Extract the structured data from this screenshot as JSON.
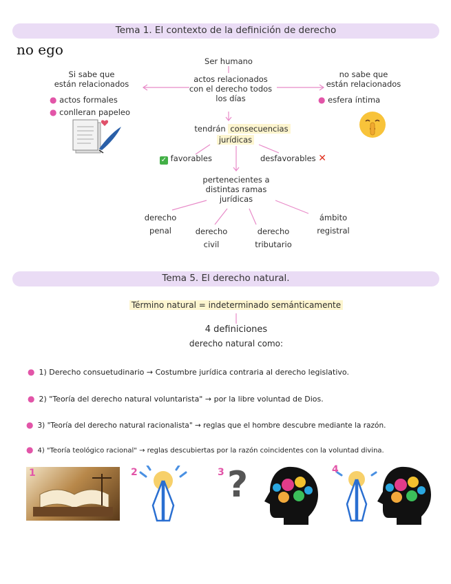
{
  "note_handwritten": "no ego",
  "tema1": {
    "title": "Tema 1. El contexto de la definición de derecho",
    "center_top": "Ser humano",
    "center_lines": [
      "actos relacionados",
      "con el derecho todos",
      "los días"
    ],
    "left_head": [
      "Si sabe que",
      "están relacionados"
    ],
    "left_bullets": [
      "actos formales",
      "conlleran papeleo"
    ],
    "right_head": [
      "no sabe que",
      "están relacionados"
    ],
    "right_bullets": [
      "esfera íntima"
    ],
    "consequences_1": "tendrán",
    "consequences_2": "consecuencias",
    "consequences_3": "jurídicas",
    "favorable": "favorables",
    "unfavorable": "desfavorables",
    "branches_lines": [
      "pertenecientes a",
      "distintas ramas",
      "jurídicas"
    ],
    "branches": [
      [
        "derecho",
        "penal"
      ],
      [
        "derecho",
        "civil"
      ],
      [
        "derecho",
        "tributario"
      ],
      [
        "ámbito",
        "registral"
      ]
    ]
  },
  "tema5": {
    "title": "Tema 5. El derecho natural.",
    "term": "Término natural = indeterminado semánticamente",
    "defs_count": "4 definiciones",
    "defs_sub": "derecho natural como:",
    "items": [
      "1) Derecho consuetudinario → Costumbre jurídica contraria al derecho legislativo.",
      "2) \"Teoría del derecho natural voluntarista\" → por la libre voluntad de Dios.",
      "3) \"Teoría del derecho natural racionalista\" → reglas que el hombre descubre mediante la razón.",
      "4) \"Teoría teológico racional\" → reglas descubiertas por la razón coincidentes con la voluntad divina."
    ],
    "image_numbers": [
      "1",
      "2",
      "3",
      "4"
    ]
  },
  "colors": {
    "banner": "#eadcf5",
    "accent_pink": "#e255a8",
    "highlight_yellow": "#fdf5cf"
  },
  "icons": [
    "document-quill-icon",
    "shushing-face-icon",
    "check-mark-icon",
    "cross-mark-icon",
    "books-scale-photo",
    "praying-hands-icon",
    "question-mark-icon",
    "gears-head-icon"
  ]
}
